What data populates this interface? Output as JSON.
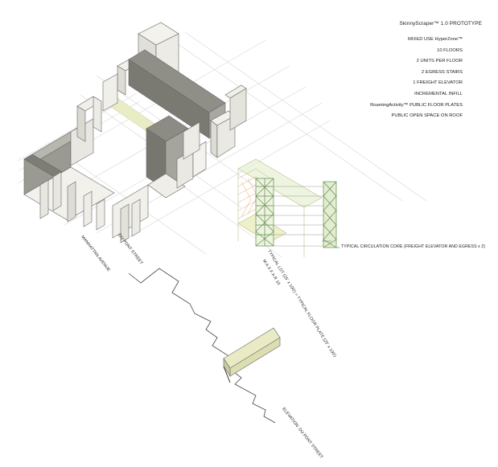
{
  "notes": {
    "title": "SkinnyScraper™ 1.0  PROTOTYPE",
    "items": [
      "MIXED USE HyperZone™",
      "10 FLOORS",
      "2 UNITS PER FLOOR",
      "2 EGRESS STAIRS",
      "1 FREIGHT ELEVATOR",
      "INCREMENTAL INFILL",
      "RoamingActivity™ PUBLIC FLOOR PLATES",
      "PUBLIC OPEN SPACE ON ROOF"
    ]
  },
  "labels": {
    "manhattan_avenue": "MANHATTAN AVENUE",
    "du_pont_street": "DU PONT STREET",
    "typical_lot": "TYPICAL LOT (25' x 100') = TYPICAL FLOOR PLATE (25' x 100')",
    "max_far": "M A X   F A R   10",
    "circulation_core": "TYPICAL CIRCULATION CORE (FREIGHT ELEVATOR AND EGRESS x 2)",
    "elevation": "ELEVATION: DU PONT STREET"
  },
  "colors": {
    "line": "#555555",
    "light_line": "#cfcfcf",
    "dark_fill": "#8a8a82",
    "mid_fill": "#c4c4bc",
    "light_fill": "#ecebe6",
    "highlight": "#e9ecc4",
    "green_line": "#6f9a55",
    "orange_line": "#e0a070"
  }
}
